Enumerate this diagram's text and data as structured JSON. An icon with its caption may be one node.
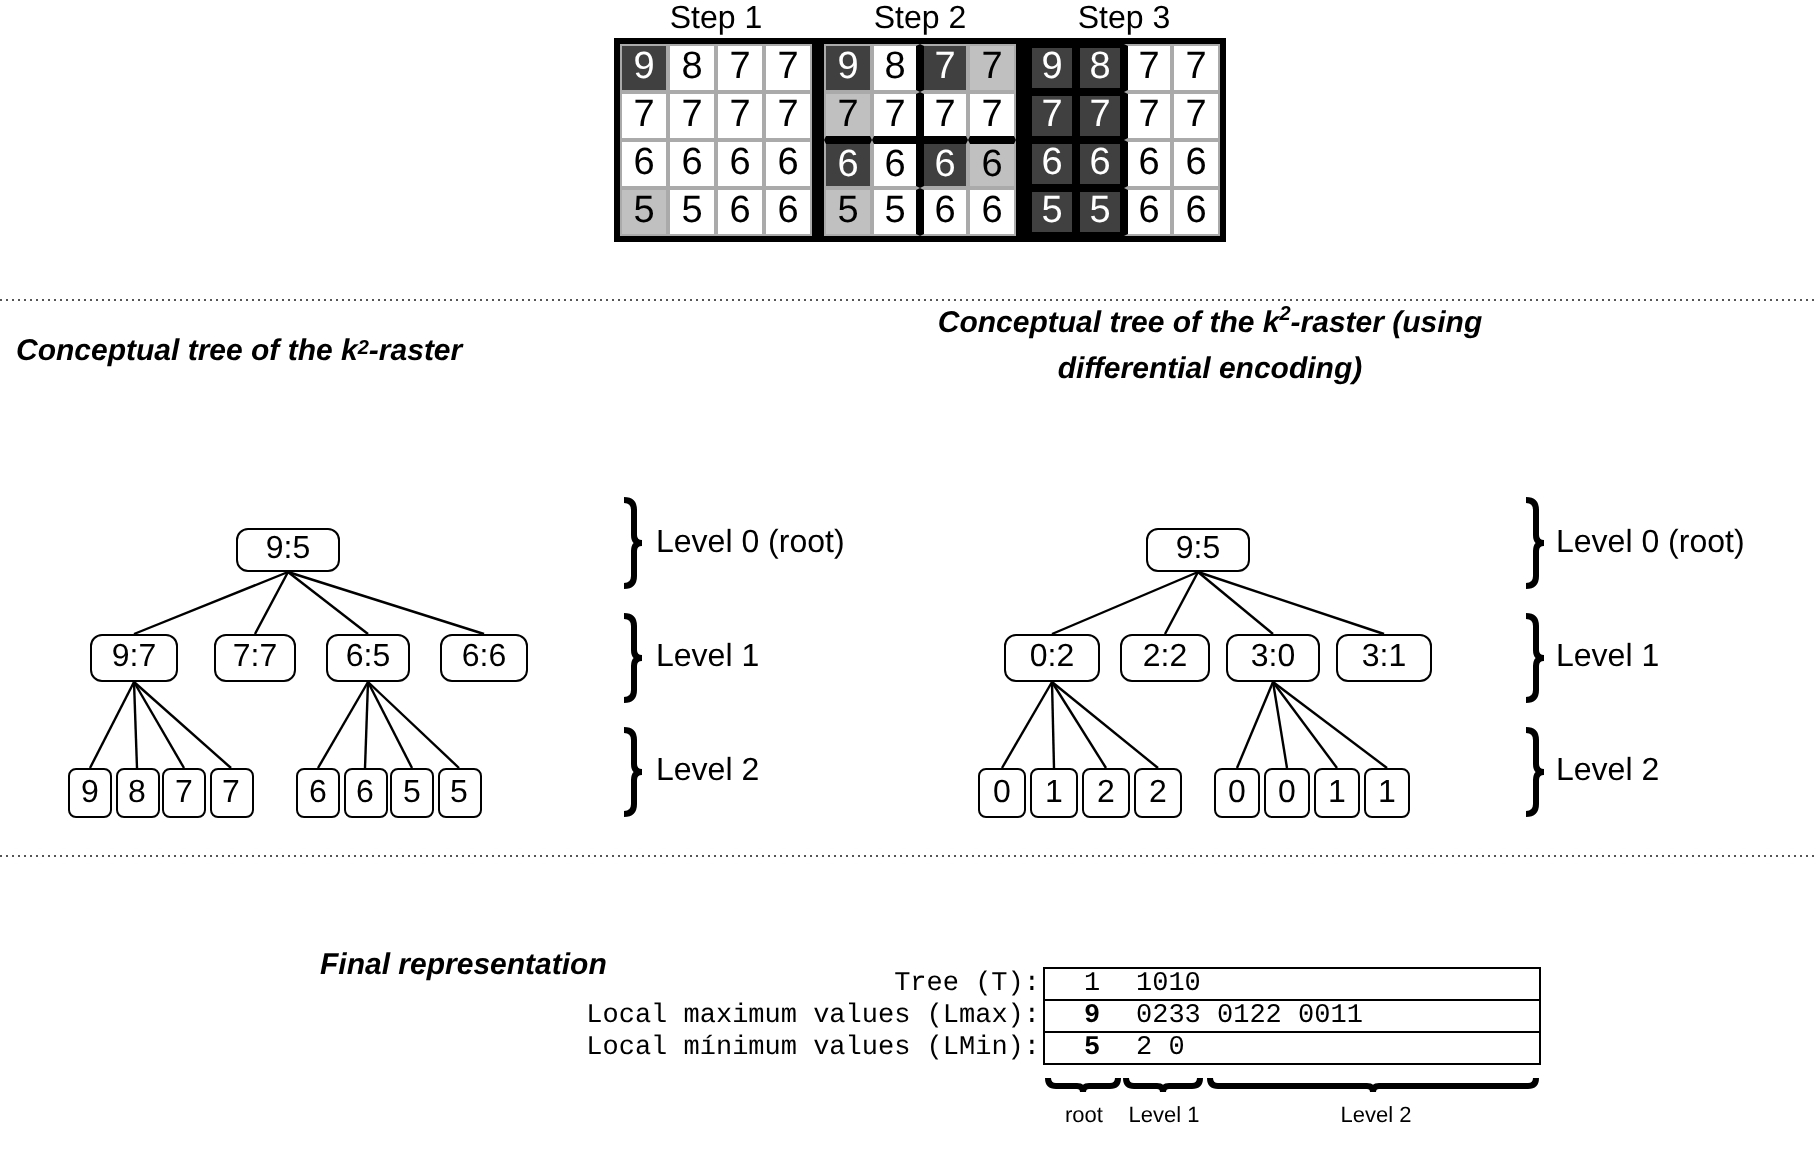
{
  "diagram": {
    "nodes": [
      {
        "text": [
          "9:5"
        ]
      },
      {
        "text": [
          "9:7"
        ]
      },
      {
        "text": [
          "7:7"
        ]
      },
      {
        "text": [
          "6:5"
        ]
      },
      {
        "text": [
          "6:6"
        ]
      },
      {
        "text": [
          "9"
        ]
      },
      {
        "text": [
          "8"
        ]
      },
      {
        "text": [
          "7"
        ]
      },
      {
        "text": [
          "7"
        ]
      },
      {
        "text": [
          "6"
        ]
      },
      {
        "text": [
          "6"
        ]
      },
      {
        "text": [
          "5"
        ]
      },
      {
        "text": [
          "5"
        ]
      },
      {
        "text": [
          "9:5"
        ]
      },
      {
        "text": [
          "0:2"
        ]
      },
      {
        "text": [
          "2:2"
        ]
      },
      {
        "text": [
          "3:0"
        ]
      },
      {
        "text": [
          "3:1"
        ]
      },
      {
        "text": [
          "0"
        ]
      },
      {
        "text": [
          "1"
        ]
      },
      {
        "text": [
          "2"
        ]
      },
      {
        "text": [
          "2"
        ]
      },
      {
        "text": [
          "0"
        ]
      },
      {
        "text": [
          "0"
        ]
      },
      {
        "text": [
          "1"
        ]
      },
      {
        "text": [
          "1"
        ]
      }
    ],
    "edges": [
      {
        "from": 0,
        "to": 1,
        "arrow": "none"
      },
      {
        "from": 0,
        "to": 2,
        "arrow": "none"
      },
      {
        "from": 0,
        "to": 3,
        "arrow": "none"
      },
      {
        "from": 0,
        "to": 4,
        "arrow": "none"
      },
      {
        "from": 1,
        "to": 5,
        "arrow": "none"
      },
      {
        "from": 1,
        "to": 6,
        "arrow": "none"
      },
      {
        "from": 1,
        "to": 7,
        "arrow": "none"
      },
      {
        "from": 1,
        "to": 8,
        "arrow": "none"
      },
      {
        "from": 3,
        "to": 9,
        "arrow": "none"
      },
      {
        "from": 3,
        "to": 10,
        "arrow": "none"
      },
      {
        "from": 3,
        "to": 11,
        "arrow": "none"
      },
      {
        "from": 3,
        "to": 12,
        "arrow": "none"
      },
      {
        "from": 13,
        "to": 14,
        "arrow": "none"
      },
      {
        "from": 13,
        "to": 15,
        "arrow": "none"
      },
      {
        "from": 13,
        "to": 16,
        "arrow": "none"
      },
      {
        "from": 13,
        "to": 17,
        "arrow": "none"
      },
      {
        "from": 14,
        "to": 18,
        "arrow": "none"
      },
      {
        "from": 14,
        "to": 19,
        "arrow": "none"
      },
      {
        "from": 14,
        "to": 20,
        "arrow": "none"
      },
      {
        "from": 14,
        "to": 21,
        "arrow": "none"
      },
      {
        "from": 16,
        "to": 22,
        "arrow": "none"
      },
      {
        "from": 16,
        "to": 23,
        "arrow": "none"
      },
      {
        "from": 16,
        "to": 24,
        "arrow": "none"
      },
      {
        "from": 16,
        "to": 25,
        "arrow": "none"
      }
    ],
    "labels": [
      "Step 1",
      "Step 2",
      "Step 3",
      "9",
      "8",
      "7",
      "7",
      "7",
      "7",
      "7",
      "7",
      "6",
      "6",
      "6",
      "6",
      "5",
      "5",
      "6",
      "6",
      "9",
      "8",
      "7",
      "7",
      "7",
      "7",
      "7",
      "7",
      "6",
      "6",
      "6",
      "6",
      "5",
      "5",
      "6",
      "6",
      "9",
      "8",
      "7",
      "7",
      "7",
      "7",
      "7",
      "7",
      "6",
      "6",
      "6",
      "6",
      "5",
      "5",
      "6",
      "6",
      "Conceptual tree of the k$^{2}$-raster",
      "Conceptual tree of the k$^{2}$-raster (using differential encoding)",
      "Level 0 (root)",
      "Level 1",
      "Level 2",
      "Level 0 (root)",
      "Level 1",
      "Level 2",
      "Final representation",
      "Tree (T):",
      "1",
      "1010",
      "Local maximum values (Lmax):",
      "9",
      "0233 0122 0011",
      "Local mínimum values (LMin):",
      "5",
      "2 0",
      "root",
      "Level 1",
      "Level 2"
    ]
  }
}
